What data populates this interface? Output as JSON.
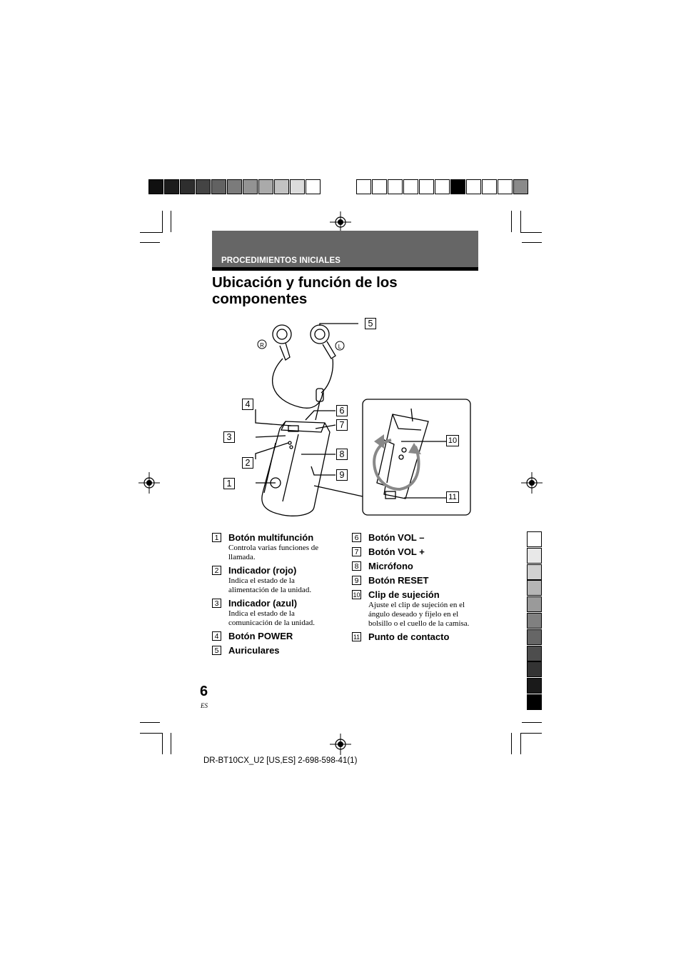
{
  "header": {
    "section": "PROCEDIMIENTOS INICIALES",
    "title": "Ubicación y función de los componentes"
  },
  "calibration": {
    "left_colors": [
      "#101010",
      "#1c1c1c",
      "#2e2e2e",
      "#444444",
      "#626262",
      "#7b7b7b",
      "#939393",
      "#aaaaaa",
      "#c2c2c2",
      "#dcdcdc",
      "#ffffff"
    ],
    "right_colors": [
      "#ffffff",
      "#ffffff",
      "#ffffff",
      "#ffffff",
      "#ffffff",
      "#ffffff",
      "#000000",
      "#ffffff",
      "#ffffff",
      "#ffffff",
      "#8a8a8a"
    ],
    "side_colors": [
      "#ffffff",
      "#e8e8e8",
      "#d0d0d0",
      "#b5b5b5",
      "#9a9a9a",
      "#808080",
      "#666666",
      "#4d4d4d",
      "#333333",
      "#1a1a1a",
      "#000000"
    ]
  },
  "diagram": {
    "callouts": [
      "1",
      "2",
      "3",
      "4",
      "5",
      "6",
      "7",
      "8",
      "9",
      "10",
      "11"
    ],
    "ear_right": "R",
    "ear_left": "L"
  },
  "legend": {
    "left": [
      {
        "num": "1",
        "title": "Botón multifunción",
        "desc": "Controla varias funciones de llamada."
      },
      {
        "num": "2",
        "title": "Indicador (rojo)",
        "desc": "Indica el estado de la alimentación de la unidad."
      },
      {
        "num": "3",
        "title": "Indicador (azul)",
        "desc": "Indica el estado de la comunicación de la unidad."
      },
      {
        "num": "4",
        "title": "Botón POWER",
        "desc": ""
      },
      {
        "num": "5",
        "title": "Auriculares",
        "desc": ""
      }
    ],
    "right": [
      {
        "num": "6",
        "title": "Botón VOL –",
        "desc": ""
      },
      {
        "num": "7",
        "title": "Botón VOL +",
        "desc": ""
      },
      {
        "num": "8",
        "title": "Micrófono",
        "desc": ""
      },
      {
        "num": "9",
        "title": "Botón RESET",
        "desc": ""
      },
      {
        "num": "10",
        "title": "Clip de sujeción",
        "desc": "Ajuste el clip de sujeción en el ángulo deseado y fíjelo en el bolsillo o el cuello de la camisa."
      },
      {
        "num": "11",
        "title": "Punto de contacto",
        "desc": ""
      }
    ]
  },
  "page": {
    "number": "6",
    "lang": "ES",
    "footer": "DR-BT10CX_U2 [US,ES] 2-698-598-41(1)"
  }
}
